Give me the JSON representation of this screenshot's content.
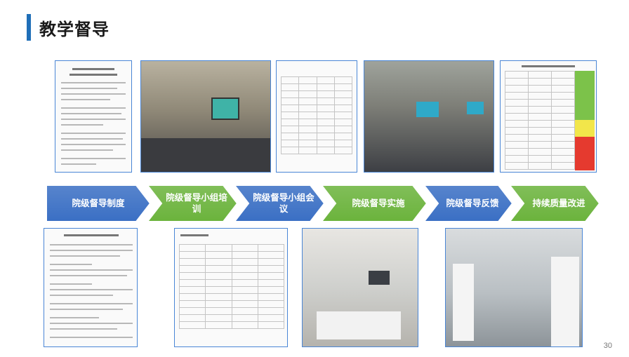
{
  "header": {
    "title": "教学督导"
  },
  "page_number": "30",
  "process": [
    {
      "label": "院级督导制度",
      "color": "#3a6fc4"
    },
    {
      "label": "院级督导小组培训",
      "color": "#6bb33c"
    },
    {
      "label": "院级督导小组会议",
      "color": "#3a6fc4"
    },
    {
      "label": "院级督导实施",
      "color": "#6bb33c"
    },
    {
      "label": "院级督导反馈",
      "color": "#3a6fc4"
    },
    {
      "label": "持续质量改进",
      "color": "#6bb33c"
    }
  ],
  "colors": {
    "accent": "#1f6fb8",
    "card_border": "#4a86d6"
  }
}
